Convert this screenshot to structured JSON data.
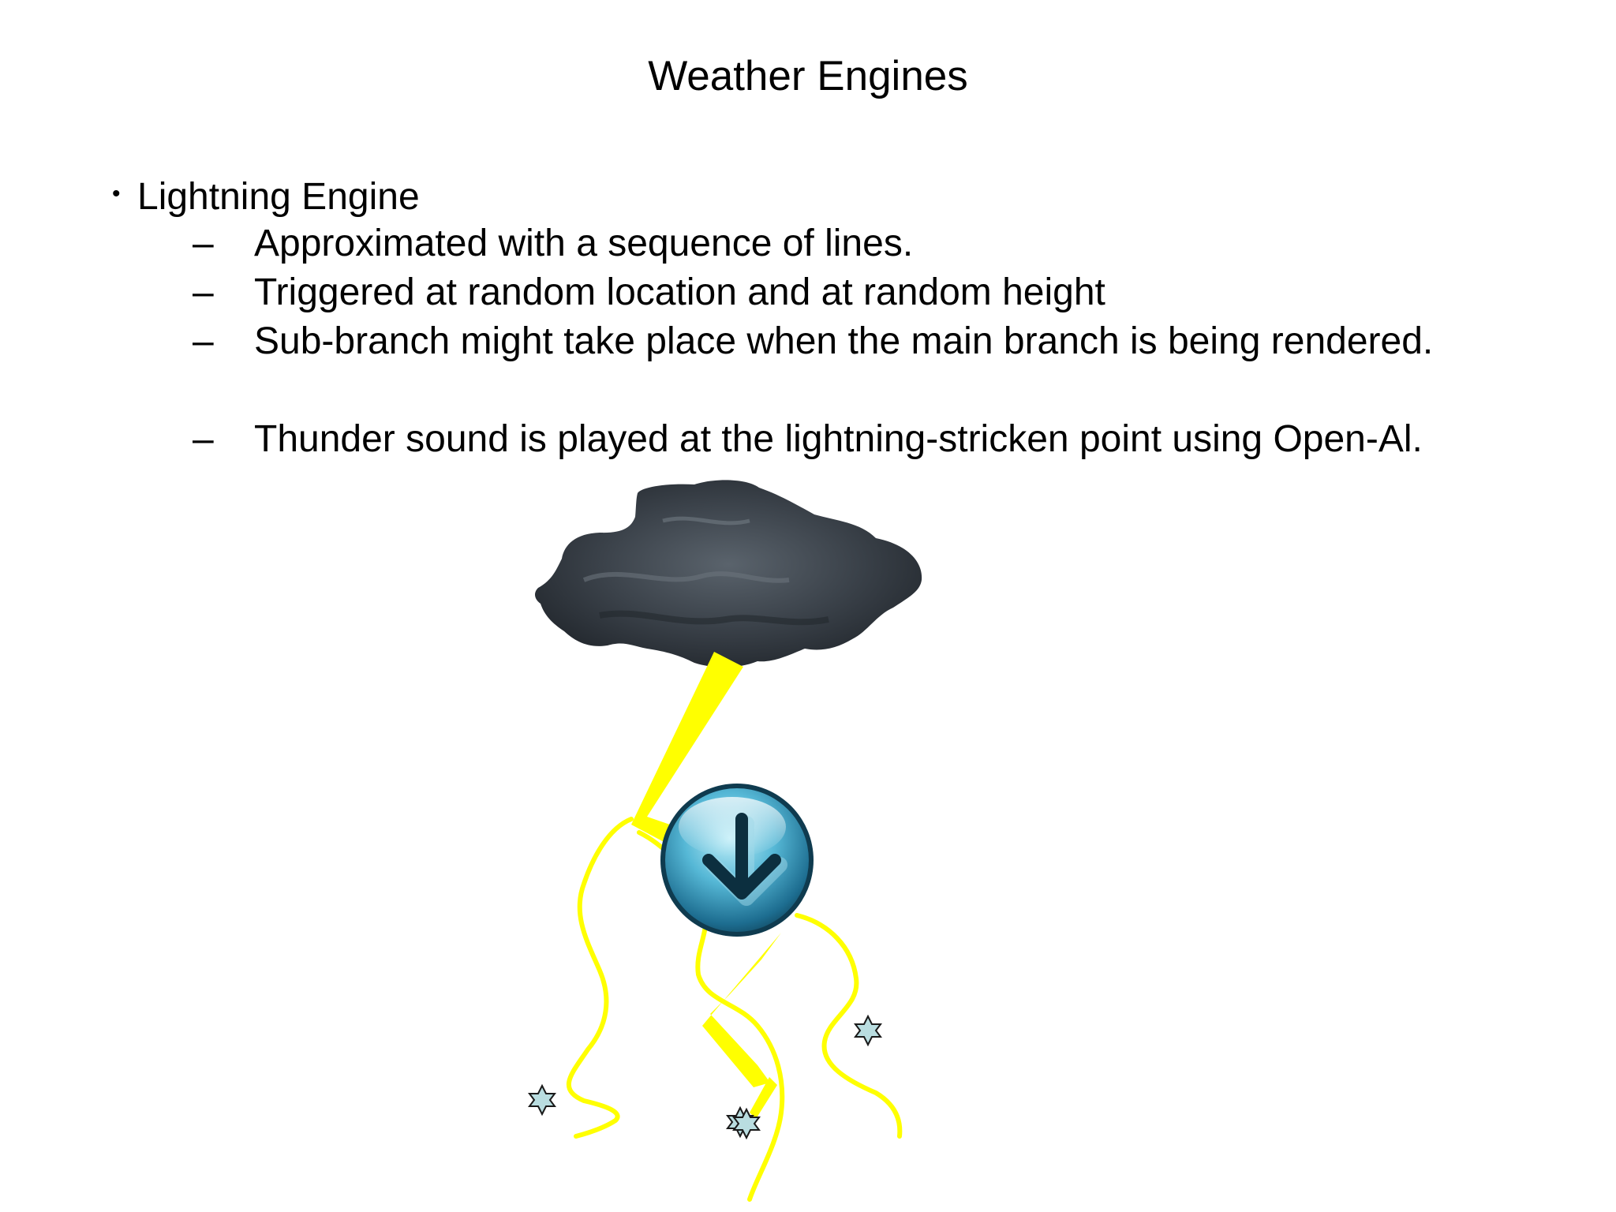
{
  "slide": {
    "title": "Weather Engines",
    "bullet": "Lightning Engine",
    "bullet_marker": "•",
    "sub_marker": "–",
    "sub_items": [
      "Approximated with a sequence of lines.",
      "Triggered at random location and at random height",
      "Sub-branch might take place when the main branch is being rendered.",
      "Thunder sound is played at the lightning-stricken point using Open-Al."
    ]
  },
  "illustration": {
    "icons": [
      "storm-cloud-icon",
      "lightning-bolt-icon",
      "download-arrow-icon",
      "star-icon"
    ],
    "colors": {
      "bolt": "#ffff00",
      "cloud": "#3a4047",
      "button": "#2a8fb5",
      "star": "#b9dde0"
    }
  }
}
